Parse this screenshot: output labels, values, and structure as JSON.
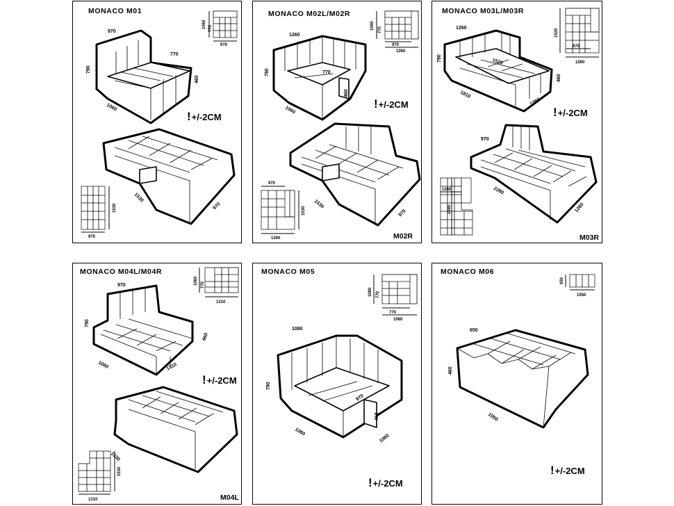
{
  "tolerance": "+/-2CM",
  "panels": {
    "m01": {
      "title": "MONACO  M01",
      "thumb": {
        "h1": "1060",
        "h2": "770",
        "w": "970"
      },
      "dims": {
        "a": "970",
        "b": "770",
        "c": "790",
        "d": "460",
        "e": "1060"
      },
      "bed": {
        "a": "1530",
        "b": "970"
      },
      "plan": {
        "h": "1530",
        "w": "970"
      }
    },
    "m02": {
      "title": "MONACO  M02L/M02R",
      "thumb": {
        "h1": "1060",
        "h2": "770",
        "w1": "970",
        "w2": "1260"
      },
      "dims": {
        "a": "1260",
        "b": "790",
        "c": "770",
        "d": "460",
        "e": "1060"
      },
      "bed": {
        "a": "1530",
        "b": "970"
      },
      "plan": {
        "w1": "970",
        "h": "1530",
        "w2": "1260"
      },
      "variant": "M02R"
    },
    "m03": {
      "title": "MONACO  M03L/M03R",
      "thumb": {
        "h": "1520",
        "w1": "970",
        "w2": "1260"
      },
      "dims": {
        "a": "1260",
        "b": "790",
        "c": "1520",
        "d": "460",
        "e": "1810",
        "f": "1260"
      },
      "bed": {
        "a": "970",
        "b": "2280",
        "c": "1260"
      },
      "plan": {
        "w": "1260",
        "h": "2280"
      },
      "variant": "M03R"
    },
    "m04": {
      "title": "MONACO  M04L/M04R",
      "thumb": {
        "h1": "1060",
        "h2": "770",
        "w": "1310"
      },
      "dims": {
        "a": "970",
        "b": "790",
        "c": "460",
        "d": "1060",
        "e": "1310"
      },
      "bed": {
        "a": "1530"
      },
      "plan": {
        "h": "1530",
        "w": "1310"
      },
      "variant": "M04L"
    },
    "m05": {
      "title": "MONACO  M05",
      "thumb": {
        "h1": "1080",
        "h2": "770",
        "w1": "770",
        "w2": "1080"
      },
      "dims": {
        "a": "1080",
        "b": "790",
        "c": "970",
        "d": "460",
        "e": "1080",
        "f": "1080"
      }
    },
    "m06": {
      "title": "MONACO  M06",
      "thumb": {
        "h": "650",
        "w": "1050"
      },
      "dims": {
        "a": "650",
        "b": "460",
        "c": "1050"
      }
    }
  }
}
